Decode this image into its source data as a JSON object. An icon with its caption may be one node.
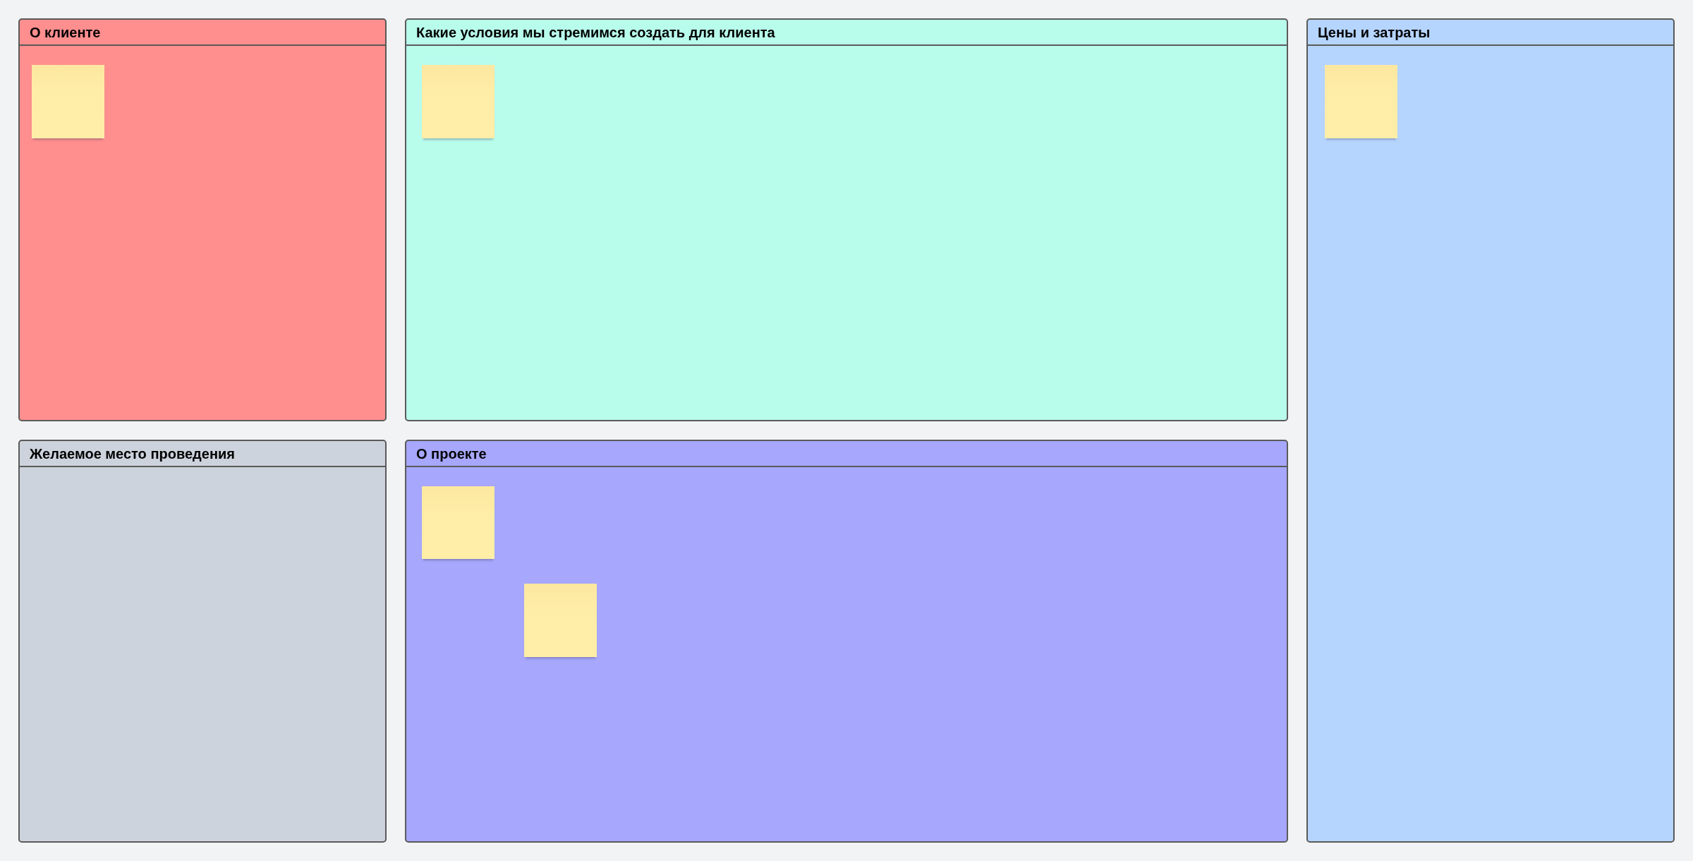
{
  "diagram": {
    "nodes": [
      {
        "text": [
          "О клиенте"
        ]
      },
      {
        "text": [],
        "shape": "box",
        "in": 0
      },
      {
        "text": [
          "Какие условия мы стремимся создать для клиента"
        ]
      },
      {
        "text": [],
        "shape": "box",
        "in": 2
      },
      {
        "text": [
          "Цены и затраты"
        ]
      },
      {
        "text": [],
        "shape": "box",
        "in": 4
      },
      {
        "text": [
          "Желаемое место проведения"
        ]
      },
      {
        "text": [
          "О проекте"
        ]
      },
      {
        "text": [],
        "shape": "box",
        "in": 7
      },
      {
        "text": [],
        "shape": "box",
        "in": 7
      }
    ]
  }
}
